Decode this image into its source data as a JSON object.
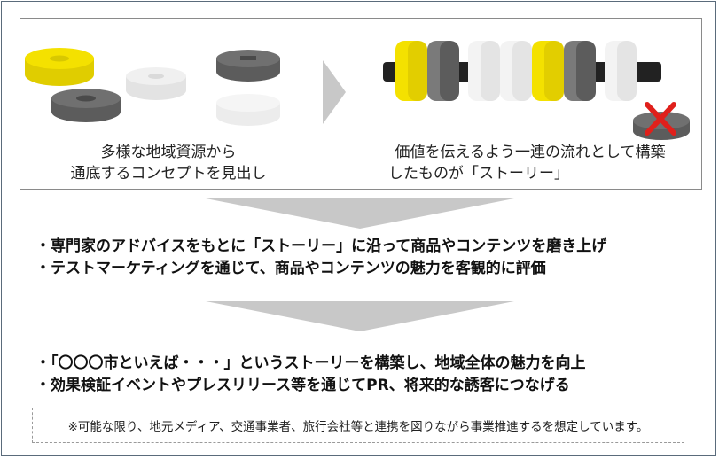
{
  "top_panel": {
    "left_caption": [
      "多様な地域資源から",
      "通底するコンセプトを見出し"
    ],
    "right_caption": [
      "価値を伝えるよう一連の流れとして構築",
      "したものが「ストーリー」"
    ]
  },
  "middle_section": {
    "items": [
      "・専門家のアドバイスをもとに「ストーリー」に沿って商品やコンテンツを磨き上げ",
      "・テストマーケティングを通じて、商品やコンテンツの魅力を客観的に評価"
    ]
  },
  "bottom_section": {
    "items": [
      "・「〇〇〇市といえば・・・」というストーリーを構築し、地域全体の魅力を向上",
      "・効果検証イベントやプレスリリース等を通じてPR、将来的な誘客につなげる"
    ]
  },
  "note": "※可能な限り、地元メディア、交通事業者、旅行会社等と連携を図りながら事業推進するを想定しています。",
  "colors": {
    "yellow": "#f4e100",
    "dark_gray": "#6e6e6e",
    "light_gray": "#eeeeee",
    "rod": "#222222",
    "arrow": "#c8c8c8",
    "cross": "#e0201b"
  }
}
